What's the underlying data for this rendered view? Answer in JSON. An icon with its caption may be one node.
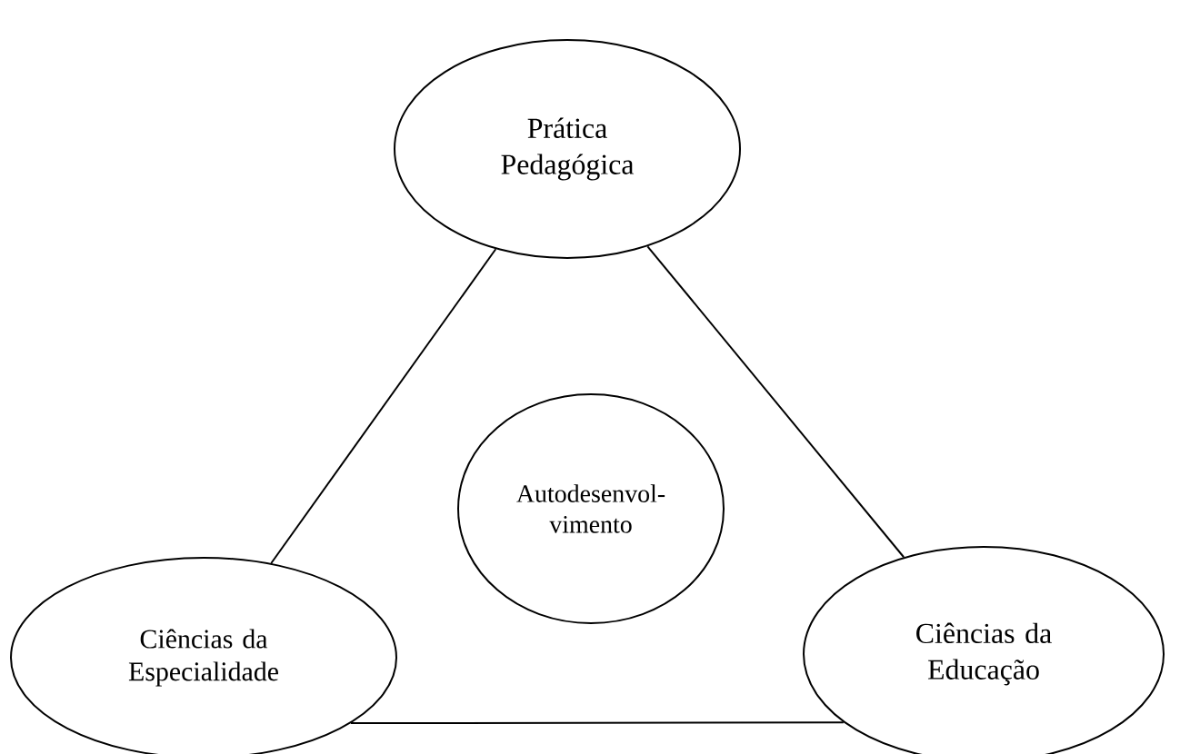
{
  "diagram": {
    "nodes": [
      {
        "text": [
          "Prática Pedagógica"
        ]
      },
      {
        "text": [
          "Autodesenvol- vimento"
        ]
      },
      {
        "text": [
          "Ciências da Especialidade"
        ]
      },
      {
        "text": [
          "Ciências da Educação"
        ]
      }
    ],
    "edges": [
      {
        "from": 0,
        "to": 2,
        "arrow": "none"
      },
      {
        "from": 0,
        "to": 3,
        "arrow": "none"
      },
      {
        "from": 2,
        "to": 3,
        "arrow": "none"
      }
    ]
  }
}
